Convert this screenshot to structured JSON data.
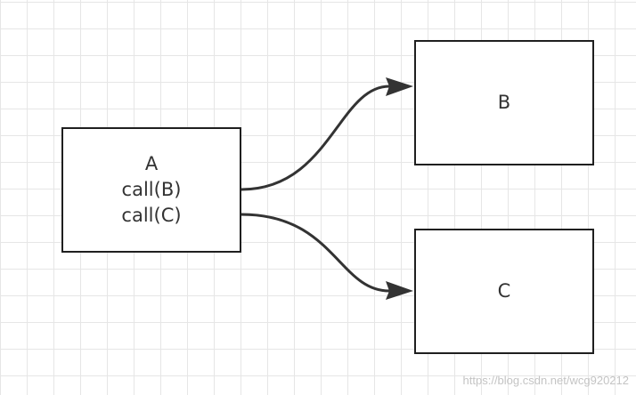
{
  "nodes": {
    "a": {
      "title": "A",
      "lines": [
        "call(B)",
        "call(C)"
      ]
    },
    "b": {
      "title": "B"
    },
    "c": {
      "title": "C"
    }
  },
  "edges": [
    {
      "from": "A",
      "to": "B"
    },
    {
      "from": "A",
      "to": "C"
    }
  ],
  "watermark": "https://blog.csdn.net/wcg920212",
  "colors": {
    "stroke": "#333333",
    "border": "#1f1f1f",
    "grid": "#e6e6e6",
    "text": "#333333"
  }
}
